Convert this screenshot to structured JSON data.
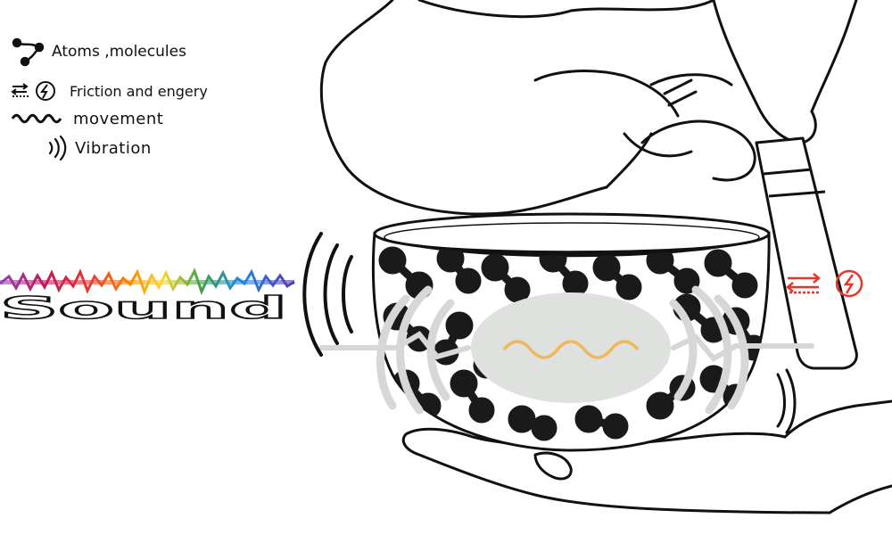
{
  "legend": {
    "atoms": {
      "icon": "molecule-icon",
      "label": "Atoms ,molecules"
    },
    "friction": {
      "icons": [
        "friction-arrows-icon",
        "lightning-circle-icon"
      ],
      "label": "Friction and engery"
    },
    "movement": {
      "icon": "wave-line-icon",
      "label": "movement"
    },
    "vibration": {
      "icon": "vibration-arcs-icon",
      "label": "Vibration"
    }
  },
  "sound_label": "Sound",
  "colors": {
    "ink": "#111111",
    "molecule": "#1a1a1a",
    "vibration_gray": "#d5d8d6",
    "inner_blob": "#dfe1df",
    "movement_wave": "#f0b85a",
    "friction_red": "#e8352a"
  }
}
